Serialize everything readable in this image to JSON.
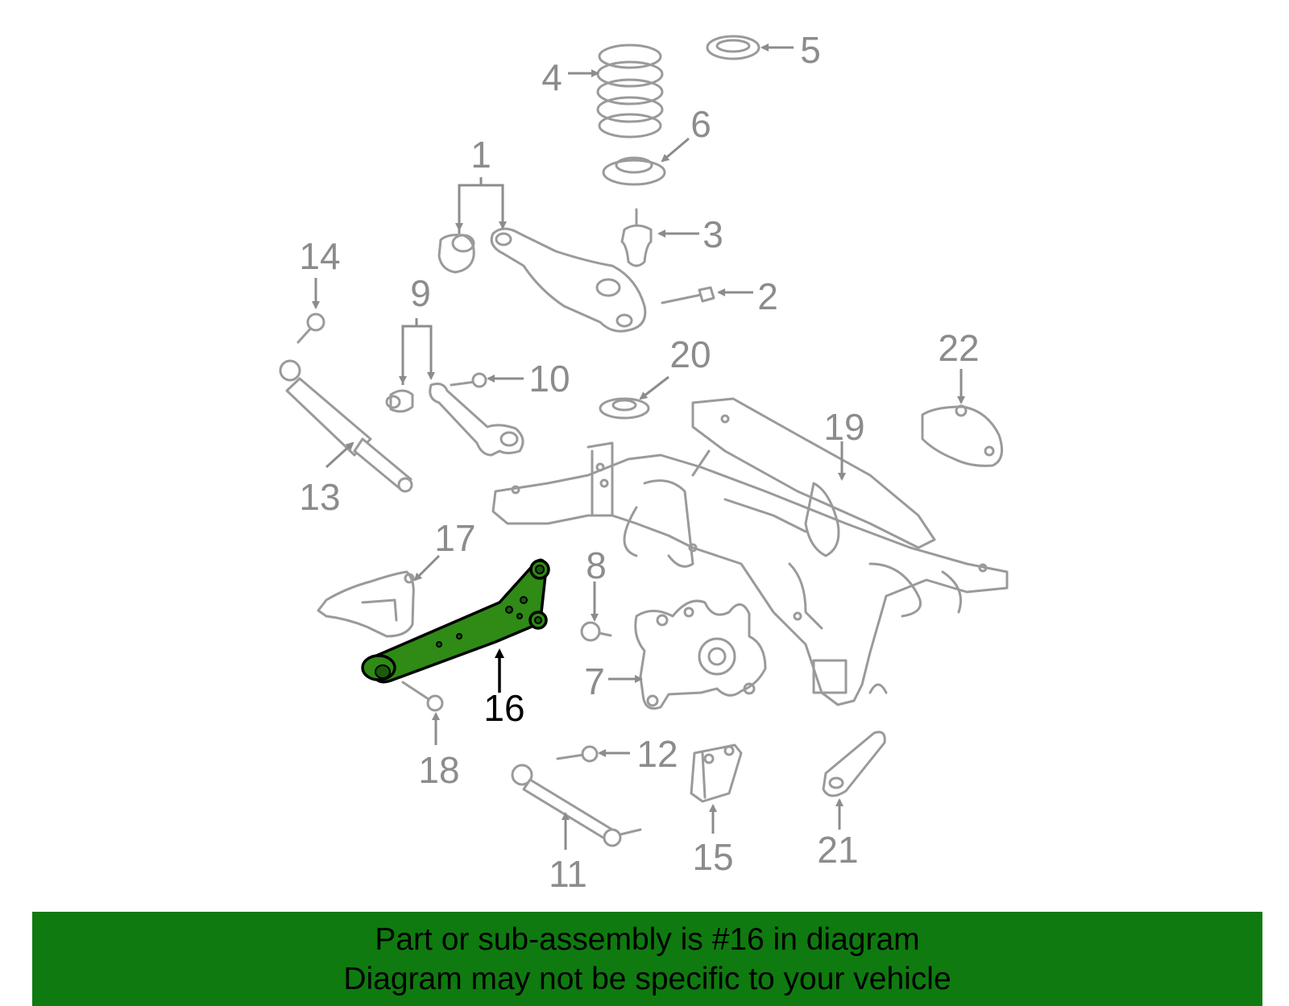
{
  "labels": {
    "l1": "1",
    "l2": "2",
    "l3": "3",
    "l4": "4",
    "l5": "5",
    "l6": "6",
    "l7": "7",
    "l8": "8",
    "l9": "9",
    "l10": "10",
    "l11": "11",
    "l12": "12",
    "l13": "13",
    "l14": "14",
    "l15": "15",
    "l16": "16",
    "l17": "17",
    "l18": "18",
    "l19": "19",
    "l20": "20",
    "l21": "21",
    "l22": "22"
  },
  "highlighted_part": "16",
  "colors": {
    "highlight": "#2f8a16",
    "banner": "#0f7a10",
    "part_line": "#9a9a9a"
  },
  "banner": {
    "line1": "Part or sub-assembly is #16 in diagram",
    "line2": "Diagram may not be specific to your vehicle"
  }
}
